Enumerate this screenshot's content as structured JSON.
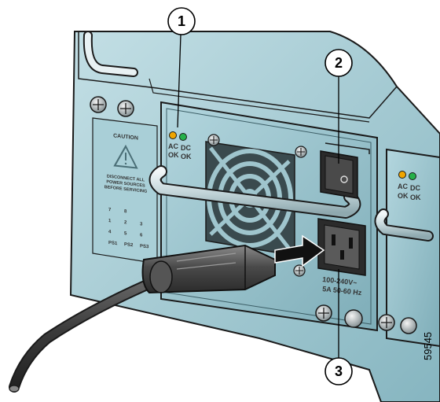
{
  "colors": {
    "chassis_fill": "#9fc9d2",
    "chassis_dark": "#6e9ea9",
    "chassis_light": "#c9e2e7",
    "outline": "#1a1a1a",
    "led_amber": "#f0a500",
    "led_green": "#26b04a",
    "cable_dark": "#3a3a3a",
    "cable_mid": "#777777",
    "arrow_black": "#111111",
    "handle_light": "#e3eef1"
  },
  "callouts": [
    {
      "number": "1",
      "target": "status-leds"
    },
    {
      "number": "2",
      "target": "power-switch"
    },
    {
      "number": "3",
      "target": "ac-inlet"
    }
  ],
  "panel_main": {
    "led_labels": {
      "left": "AC",
      "right": "DC"
    },
    "ok_labels": {
      "left": "OK",
      "right": "OK"
    },
    "rating_line1": "100-240V~",
    "rating_line2": "5A 50-60 Hz"
  },
  "panel_right": {
    "led_labels": {
      "left": "AC",
      "right": "DC"
    },
    "ok_labels": {
      "left": "OK",
      "right": "OK"
    }
  },
  "caution_label": {
    "title": "CAUTION",
    "line1": "DISCONNECT ALL",
    "line2": "POWER SOURCES",
    "line3": "BEFORE SERVICING",
    "slot_rows": [
      [
        "7",
        "8"
      ],
      [
        "1",
        "2",
        "3"
      ],
      [
        "4",
        "5",
        "6"
      ],
      [
        "PS1",
        "PS2",
        "PS3"
      ]
    ]
  },
  "figure_id": "59545",
  "icons": [
    "caution-triangle-icon",
    "power-switch-icon",
    "fan-grille-icon",
    "screw-icon",
    "arrow-right-icon"
  ]
}
